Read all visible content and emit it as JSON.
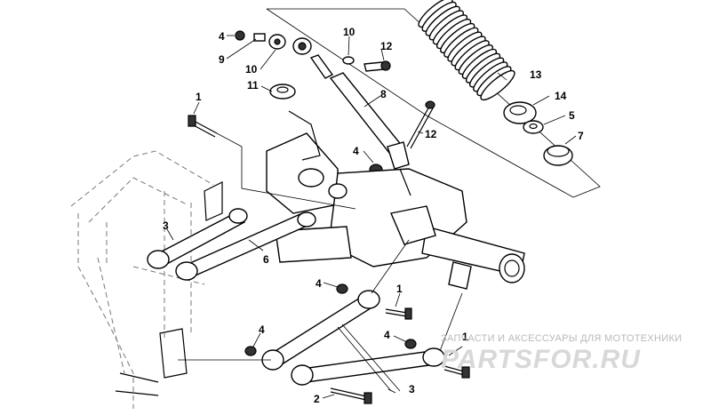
{
  "labels": [
    {
      "id": "part-4-a",
      "text": "4"
    },
    {
      "id": "part-9",
      "text": "9"
    },
    {
      "id": "part-10-a",
      "text": "10"
    },
    {
      "id": "part-10-b",
      "text": "10"
    },
    {
      "id": "part-12-a",
      "text": "12"
    },
    {
      "id": "part-11",
      "text": "11"
    },
    {
      "id": "part-8",
      "text": "8"
    },
    {
      "id": "part-13",
      "text": "13"
    },
    {
      "id": "part-14",
      "text": "14"
    },
    {
      "id": "part-5",
      "text": "5"
    },
    {
      "id": "part-7",
      "text": "7"
    },
    {
      "id": "part-1-a",
      "text": "1"
    },
    {
      "id": "part-12-b",
      "text": "12"
    },
    {
      "id": "part-4-b",
      "text": "4"
    },
    {
      "id": "part-3-a",
      "text": "3"
    },
    {
      "id": "part-6",
      "text": "6"
    },
    {
      "id": "part-4-c",
      "text": "4"
    },
    {
      "id": "part-1-b",
      "text": "1"
    },
    {
      "id": "part-4-d",
      "text": "4"
    },
    {
      "id": "part-4-e",
      "text": "4"
    },
    {
      "id": "part-1-c",
      "text": "1"
    },
    {
      "id": "part-3-b",
      "text": "3"
    },
    {
      "id": "part-2",
      "text": "2"
    }
  ],
  "watermark": {
    "tagline": "ЗАПЧАСТИ И АКСЕССУАРЫ ДЛЯ МОТОТЕХНИКИ",
    "logo": "PARTSFOR.RU"
  }
}
